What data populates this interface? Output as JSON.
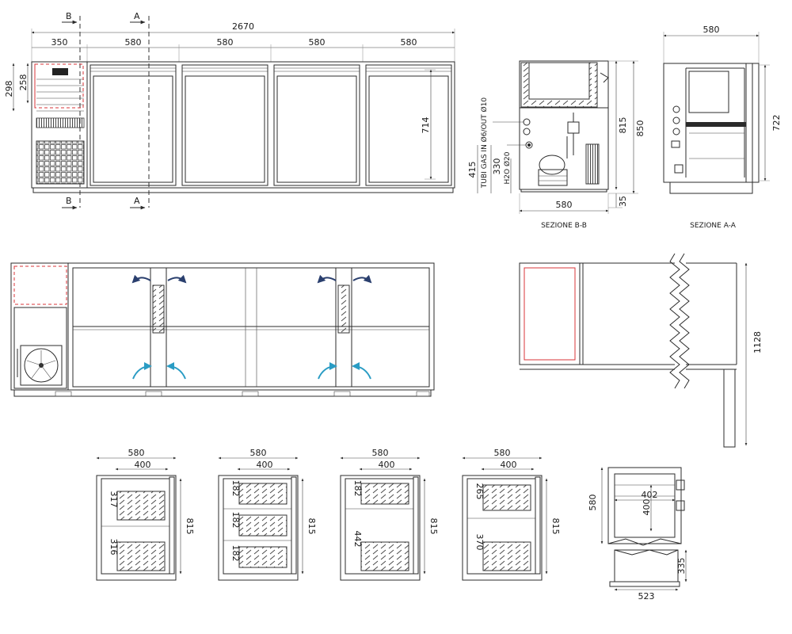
{
  "front": {
    "total": "2670",
    "segments": [
      "350",
      "580",
      "580",
      "580",
      "580"
    ],
    "h_outer": "298",
    "h_inner": "258",
    "door_h": "714",
    "section_b": "B",
    "section_a": "A"
  },
  "section_bb": {
    "h_body": "815",
    "h_total": "850",
    "h_415": "415",
    "h_330": "330",
    "feet": "35",
    "width": "580",
    "gas_label": "TUBI GAS IN Ø6/OUT Ø10",
    "water_label": "H2O Ø20",
    "caption": "SEZIONE B-B"
  },
  "section_aa": {
    "width": "580",
    "height": "722",
    "caption": "SEZIONE A-A"
  },
  "side": {
    "dim": "1128"
  },
  "compartments": [
    {
      "w_outer": "580",
      "w_inner": "400",
      "h": "815",
      "heights": [
        "317",
        "316"
      ]
    },
    {
      "w_outer": "580",
      "w_inner": "400",
      "h": "815",
      "heights": [
        "182",
        "182",
        "182"
      ]
    },
    {
      "w_outer": "580",
      "w_inner": "400",
      "h": "815",
      "heights": [
        "182",
        "442"
      ]
    },
    {
      "w_outer": "580",
      "w_inner": "400",
      "h": "815",
      "heights": [
        "265",
        "370"
      ]
    }
  ],
  "detail": {
    "depth": "580",
    "w402": "402",
    "h400": "400",
    "h335": "335",
    "w523": "523"
  },
  "colors": {
    "line": "#2b2b2b",
    "red_marker": "#d9343a",
    "airflow_dark": "#2a3f6e",
    "airflow_light": "#2a9cc4"
  }
}
